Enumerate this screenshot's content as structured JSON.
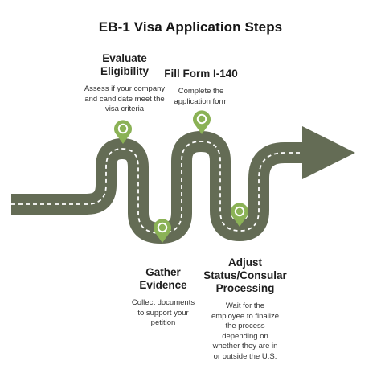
{
  "title": "EB-1 Visa Application Steps",
  "colors": {
    "road": "#646c55",
    "road_dash": "#ffffff",
    "marker": "#8bb256",
    "marker_ring": "#ffffff"
  },
  "steps": [
    {
      "title": "Evaluate Eligibility",
      "description": "Assess if your company and candidate meet the visa criteria"
    },
    {
      "title": "Gather Evidence",
      "description": "Collect documents to support your petition"
    },
    {
      "title": "Fill Form I-140",
      "description": "Complete the application form"
    },
    {
      "title": "Adjust Status/Consular Processing",
      "description": "Wait for the employee to finalize the process depending on whether they are in or outside the U.S."
    }
  ]
}
